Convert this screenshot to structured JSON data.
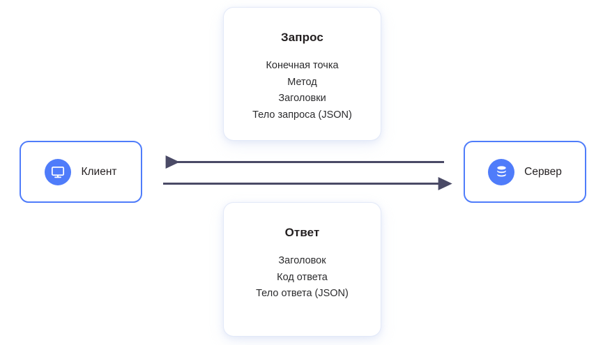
{
  "diagram": {
    "title": "Client-Server HTTP request/response diagram",
    "colors": {
      "node_border": "#4f7cfa",
      "badge_fill": "#4f7cfa",
      "arrow": "#4a4a66",
      "card_shadow": "#e1e8f8",
      "text": "#231f20",
      "background": "#ffffff"
    },
    "nodes": [
      {
        "id": "client",
        "label": "Клиент",
        "icon": "monitor-icon"
      },
      {
        "id": "server",
        "label": "Сервер",
        "icon": "database-icon"
      }
    ],
    "cards": [
      {
        "id": "request",
        "title": "Запрос",
        "lines": [
          "Конечная точка",
          "Метод",
          "Заголовки",
          "Тело запроса (JSON)"
        ]
      },
      {
        "id": "response",
        "title": "Ответ",
        "lines": [
          "Заголовок",
          "Код ответа",
          "Тело ответа (JSON)"
        ]
      }
    ],
    "arrows": [
      {
        "id": "response-arrow",
        "direction": "left",
        "from": "server",
        "to": "client"
      },
      {
        "id": "request-arrow",
        "direction": "right",
        "from": "client",
        "to": "server"
      }
    ]
  }
}
